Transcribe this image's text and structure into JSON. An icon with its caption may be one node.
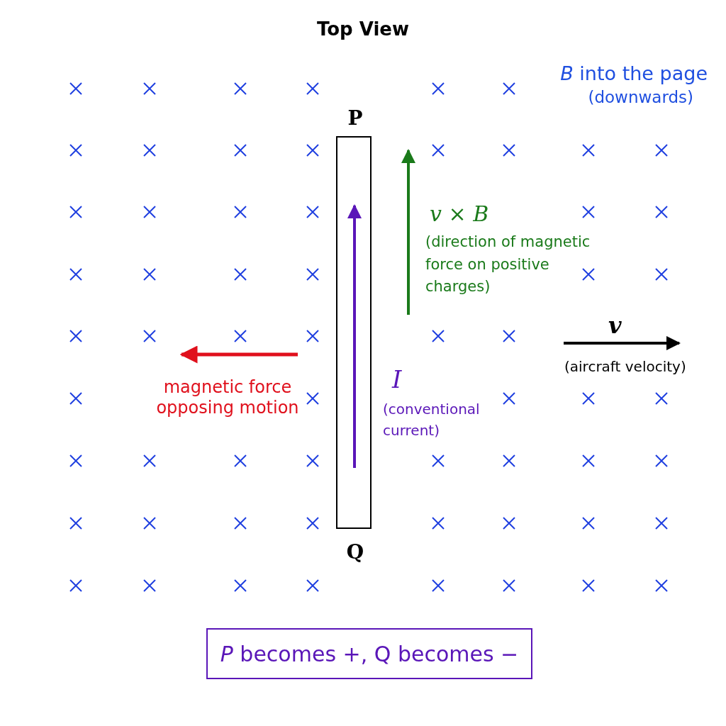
{
  "diagram": {
    "title": "Top View",
    "nodes": [
      {
        "text": [],
        "shape": "bar",
        "beside": [
          "P",
          "Q"
        ]
      },
      {
        "text": [
          "*P* becomes +, Q becomes −"
        ]
      }
    ],
    "edges": [],
    "labels": [
      "*B* into the page",
      "(downwards)",
      "*v* × *B*",
      "(direction of magnetic force on positive charges)",
      "v",
      "(aircraft velocity)",
      "magnetic force opposing motion",
      "I",
      "(conventional current)"
    ]
  }
}
